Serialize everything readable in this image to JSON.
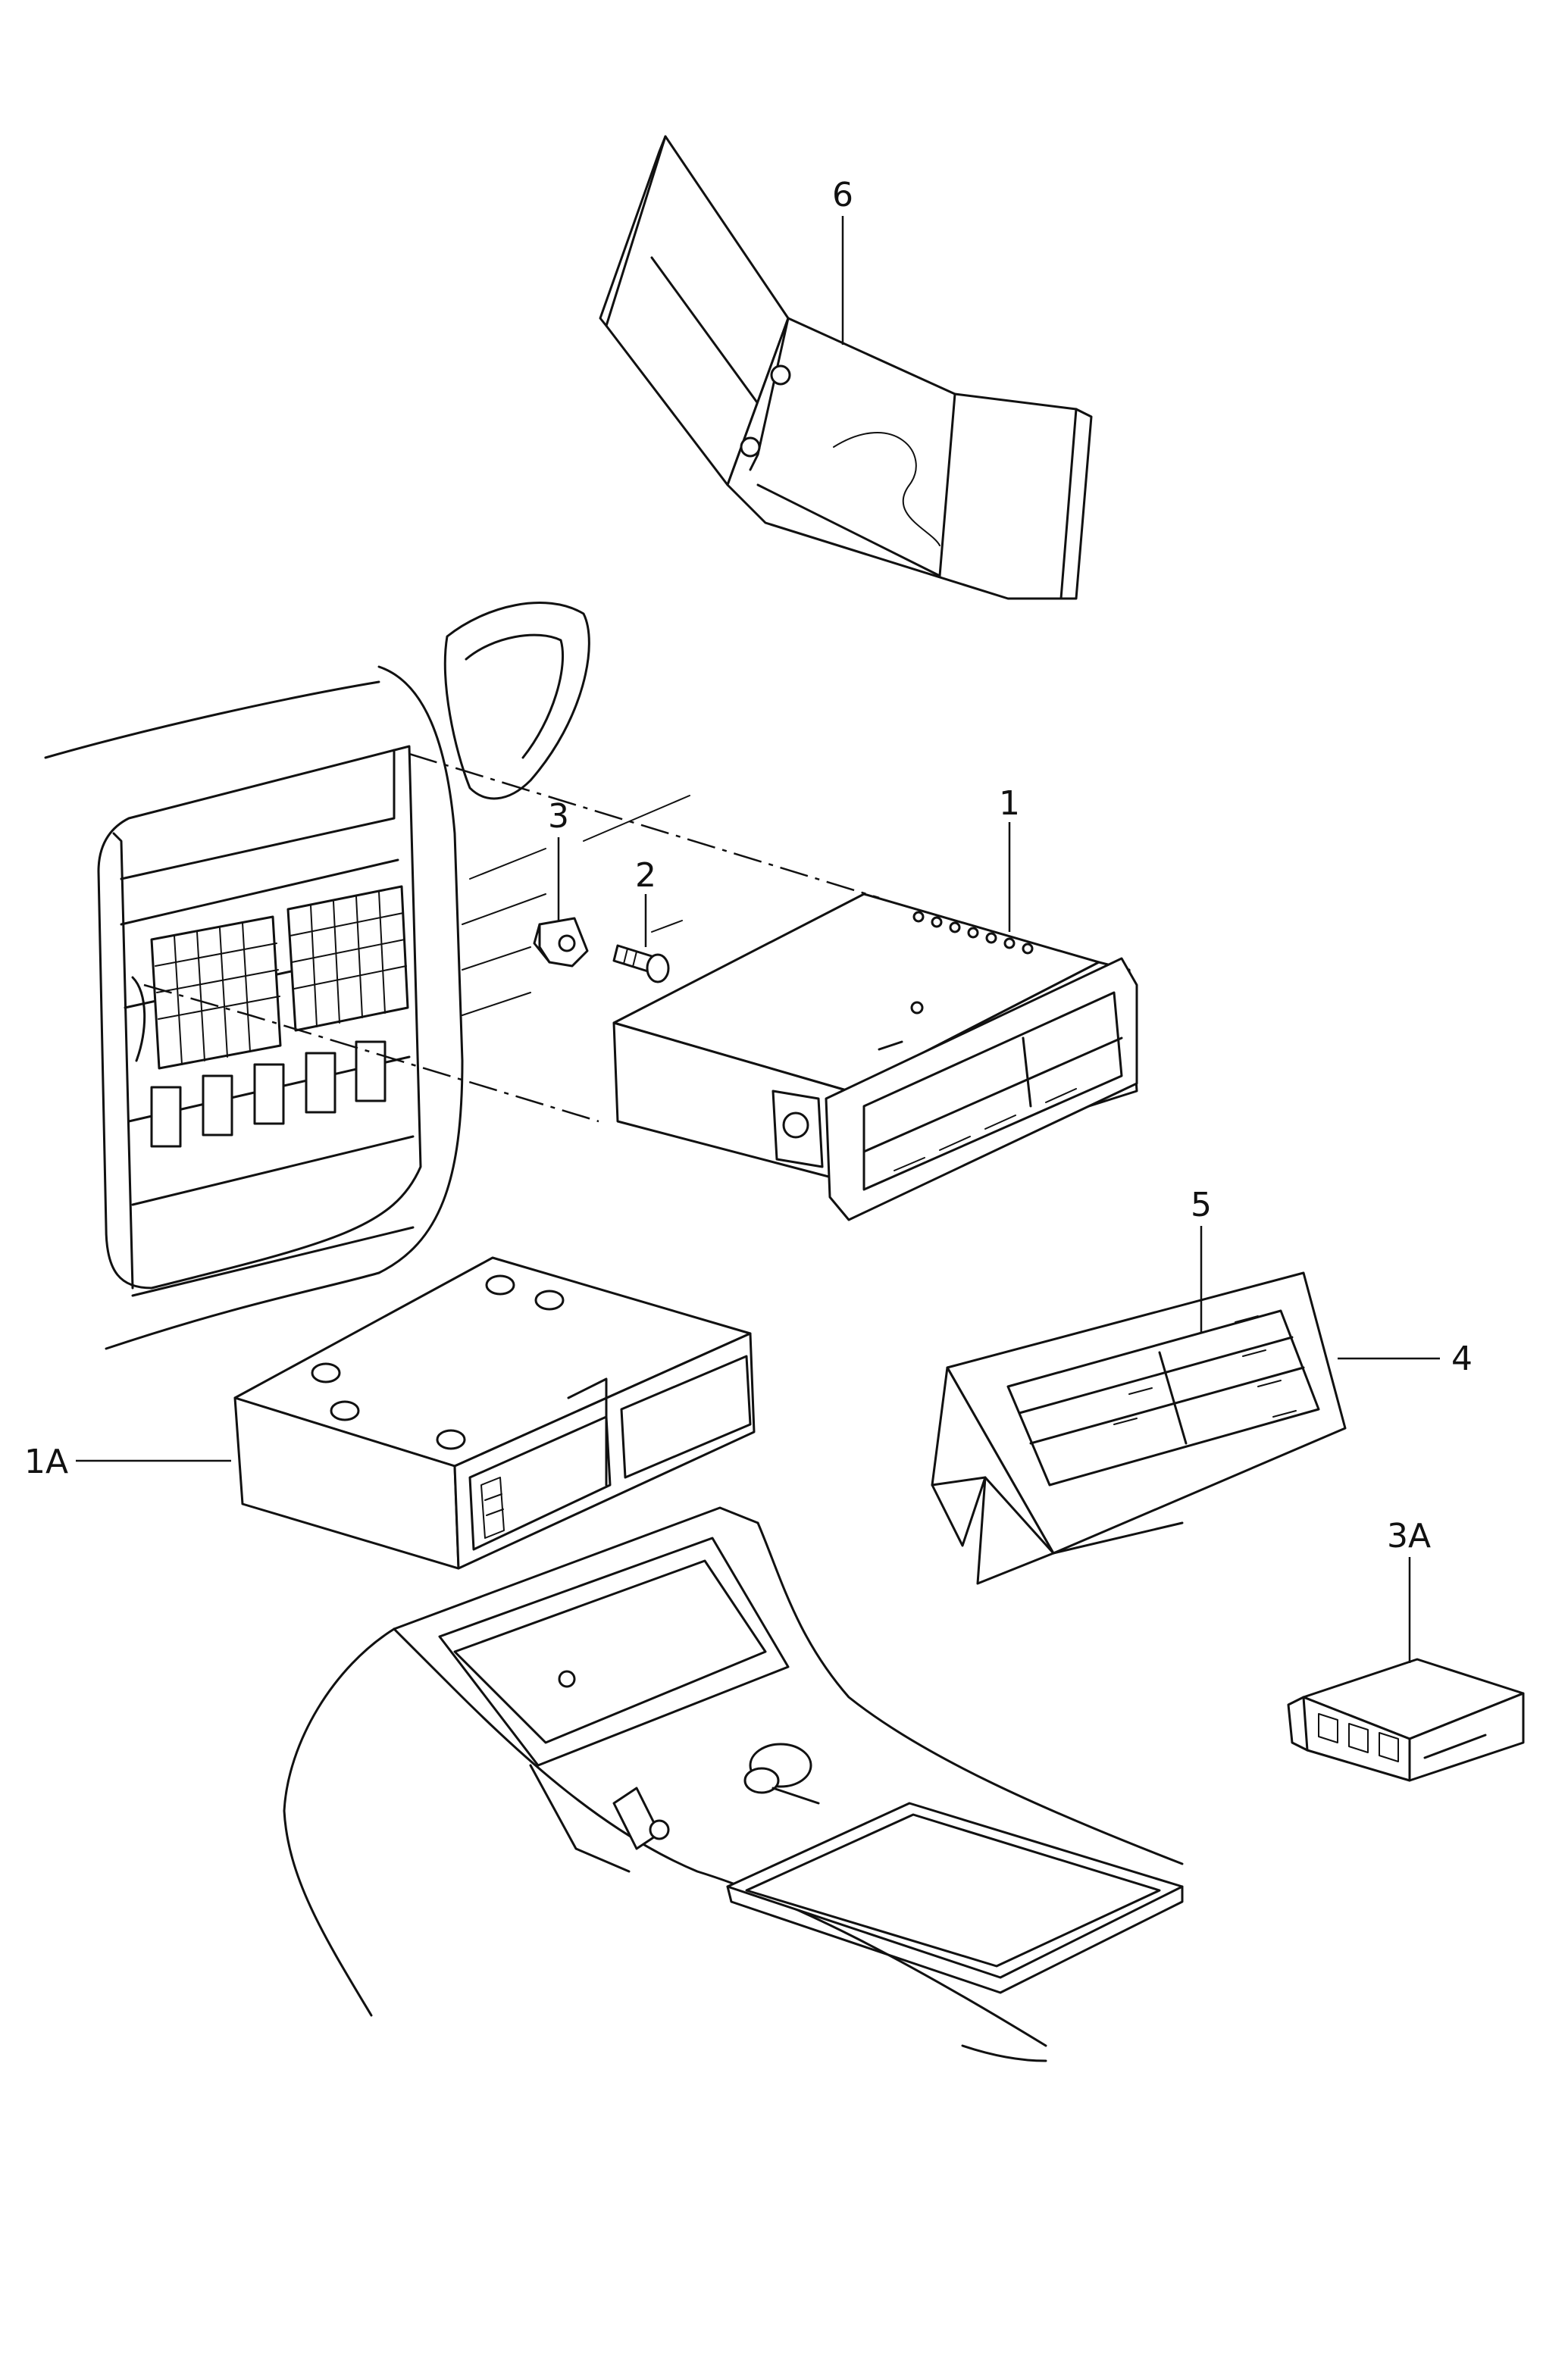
{
  "callouts": {
    "c6": "6",
    "c1": "1",
    "c2": "2",
    "c3": "3",
    "c5": "5",
    "c4": "4",
    "c1a": "1A",
    "c3a": "3A"
  }
}
